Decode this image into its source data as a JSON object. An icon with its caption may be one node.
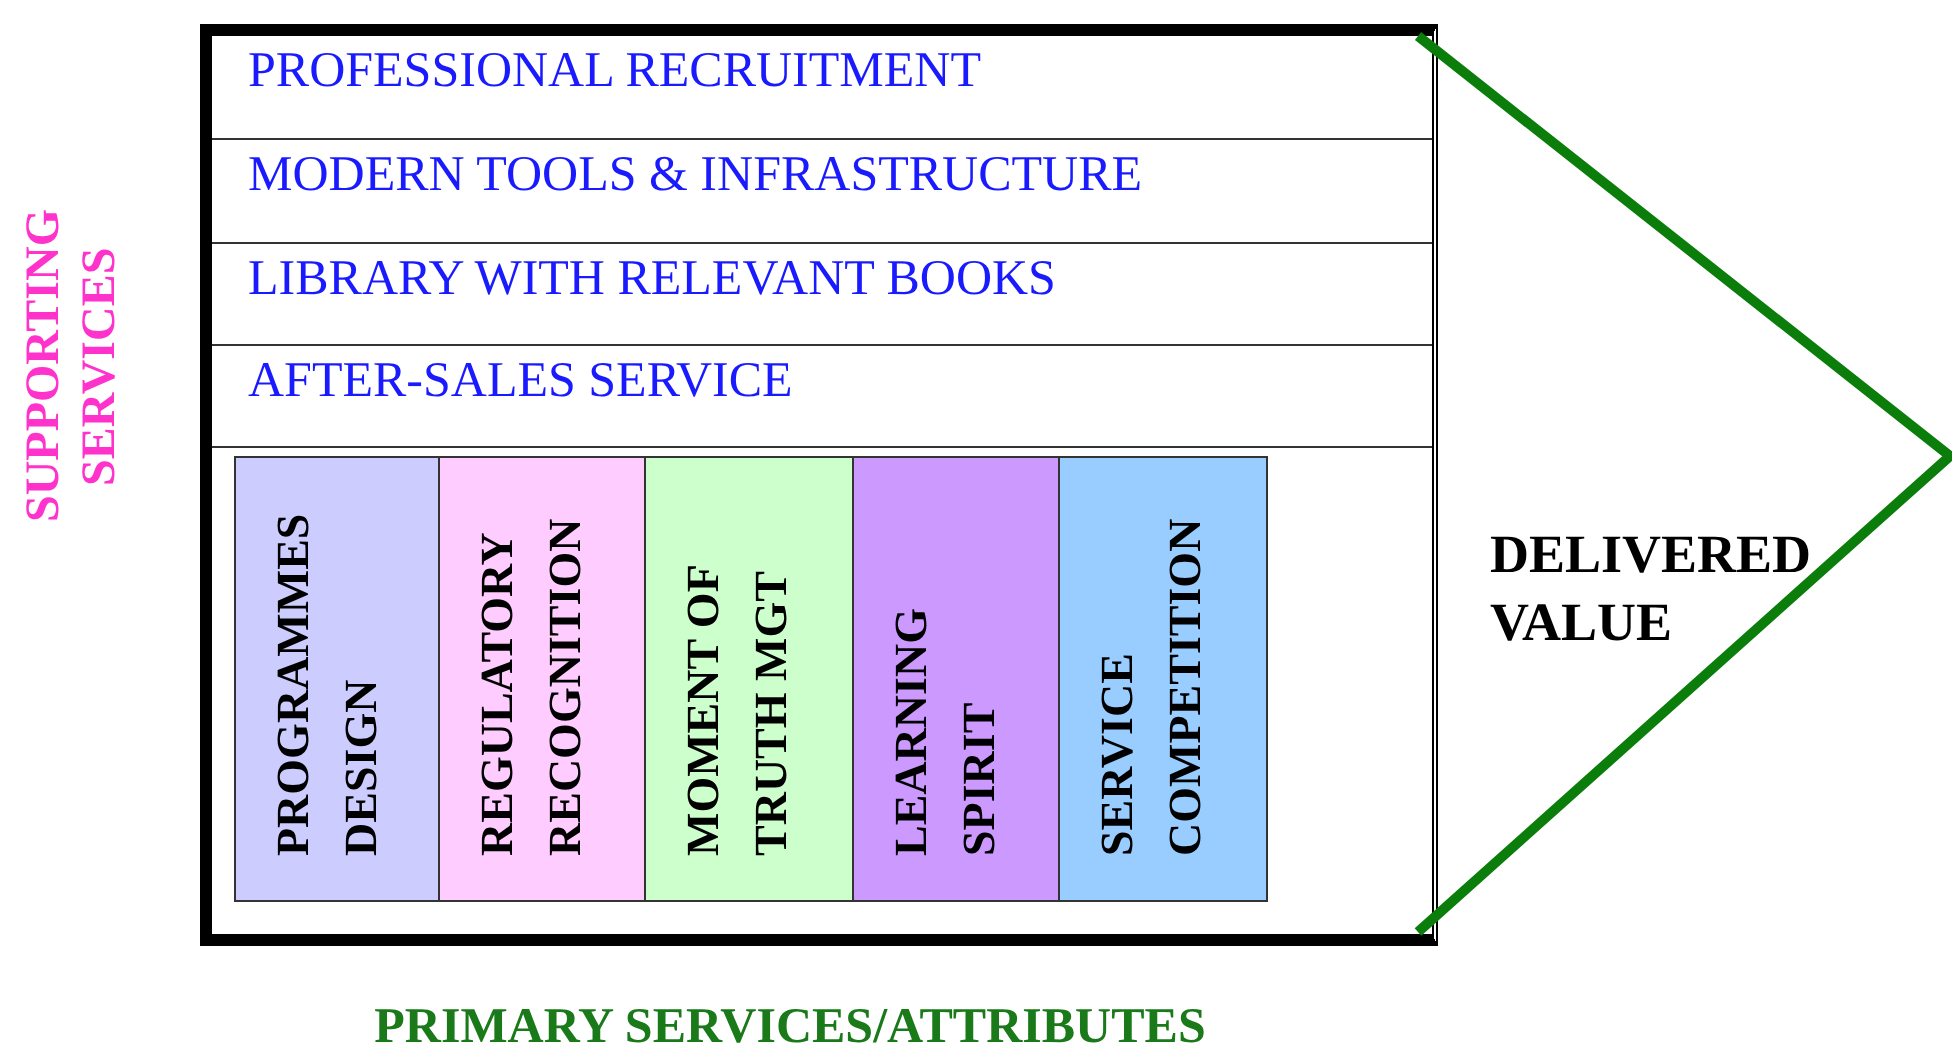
{
  "diagram": {
    "nodes": [
      {
        "text": [
          "PROFESSIONAL RECRUITMENT"
        ]
      },
      {
        "text": [
          "MODERN TOOLS & INFRASTRUCTURE"
        ]
      },
      {
        "text": [
          "LIBRARY WITH RELEVANT BOOKS"
        ]
      },
      {
        "text": [
          "AFTER-SALES SERVICE"
        ]
      },
      {
        "text": [
          "PROGRAMMES DESIGN"
        ]
      },
      {
        "text": [
          "REGULATORY RECOGNITION"
        ]
      },
      {
        "text": [
          "MOMENT OF TRUTH MGT"
        ]
      },
      {
        "text": [
          "LEARNING SPIRIT"
        ]
      },
      {
        "text": [
          "SERVICE COMPETITION"
        ]
      },
      {
        "text": [
          "DELIVERED VALUE"
        ]
      }
    ],
    "labels": [
      "SUPPORTING SERVICES",
      "PRIMARY SERVICES/ATTRIBUTES"
    ]
  }
}
